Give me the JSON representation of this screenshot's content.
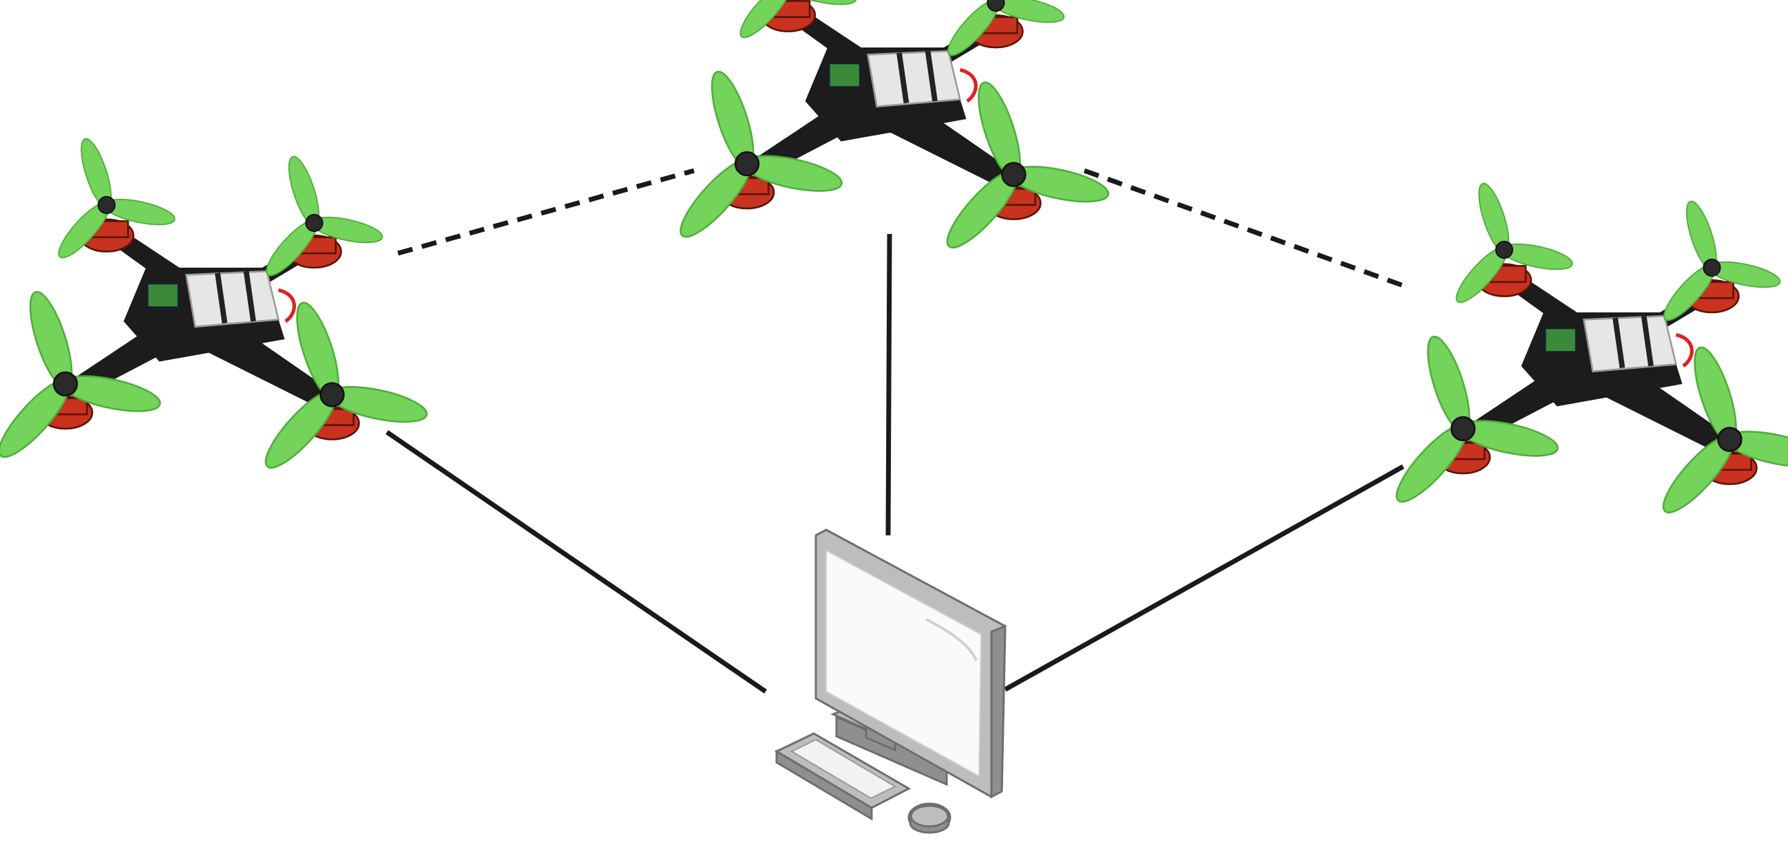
{
  "diagram": {
    "nodes": [
      {
        "id": "drone-left",
        "kind": "quadcopter-icon"
      },
      {
        "id": "drone-top",
        "kind": "quadcopter-icon"
      },
      {
        "id": "drone-right",
        "kind": "quadcopter-icon"
      },
      {
        "id": "ground-station",
        "kind": "desktop-computer-icon"
      }
    ],
    "links": [
      {
        "from": "drone-left",
        "to": "drone-top",
        "style": "dashed"
      },
      {
        "from": "drone-top",
        "to": "drone-right",
        "style": "dashed"
      },
      {
        "from": "drone-left",
        "to": "ground-station",
        "style": "solid"
      },
      {
        "from": "drone-top",
        "to": "ground-station",
        "style": "solid"
      },
      {
        "from": "drone-right",
        "to": "ground-station",
        "style": "solid"
      }
    ]
  },
  "colors": {
    "link": "#1a1a1a",
    "propeller": "#74d35a",
    "propeller_dark": "#4fae3a",
    "frame": "#1c1c1c",
    "motor": "#c8321e",
    "battery": "#e6e6e6",
    "board": "#3a8a3a",
    "monitor": "#bdbdbd",
    "monitor_dark": "#8f8f8f",
    "screen": "#fafafa"
  }
}
